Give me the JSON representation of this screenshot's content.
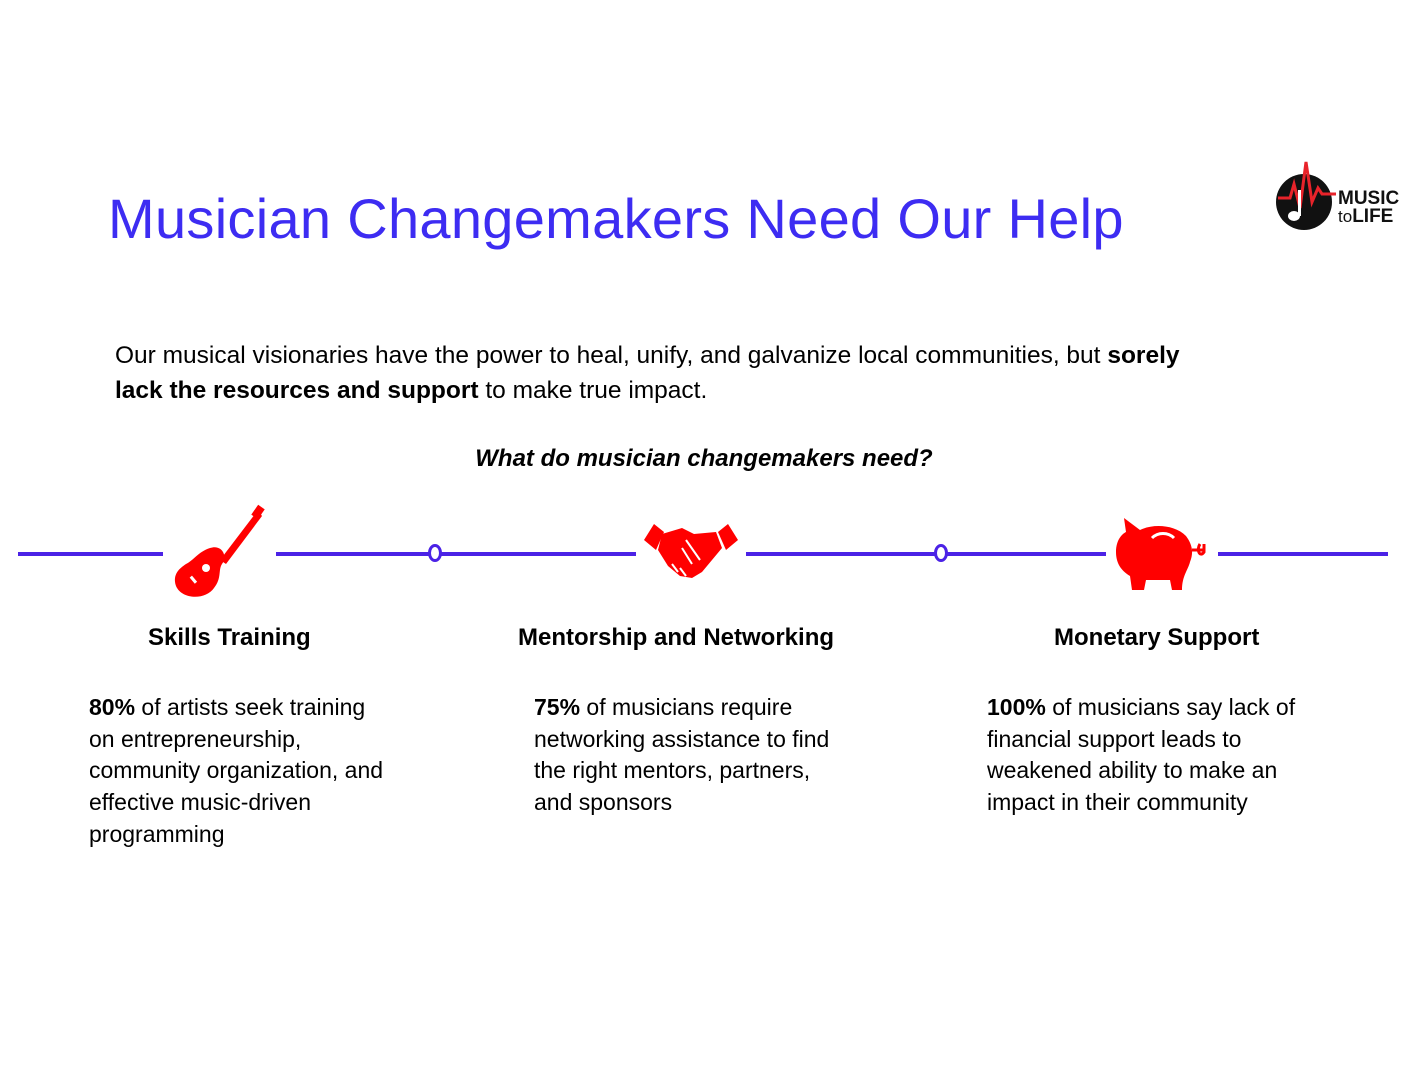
{
  "title": "Musician Changemakers Need Our Help",
  "logo": {
    "line1": "MUSIC",
    "line2_a": "to",
    "line2_b": "LIFE"
  },
  "intro": {
    "line1_normal": "Our musical visionaries have the power to heal, unify, and galvanize local communities, but ",
    "line1_bold": "sorely",
    "line2_bold": "lack the resources and support",
    "line2_normal": " to make true impact."
  },
  "question": "What do musician changemakers need?",
  "colors": {
    "accent": "#3d2cf2",
    "line": "#4b22e6",
    "icon": "#ff0000"
  },
  "cards": [
    {
      "icon": "guitar-icon",
      "heading": "Skills Training",
      "stat": "80%",
      "first": " of artists seek training",
      "lines": [
        "on entrepreneurship,",
        "community organization, and",
        "effective music-driven",
        "programming"
      ]
    },
    {
      "icon": "handshake-icon",
      "heading": "Mentorship and Networking",
      "stat": "75%",
      "first": " of musicians require",
      "lines": [
        "networking assistance to find",
        "the right mentors, partners,",
        "and sponsors"
      ]
    },
    {
      "icon": "piggy-bank-icon",
      "heading": "Monetary Support",
      "stat": "100%",
      "first": " of musicians say lack of",
      "lines": [
        "financial support leads to",
        "weakened ability to make an",
        "impact in their community"
      ]
    }
  ]
}
